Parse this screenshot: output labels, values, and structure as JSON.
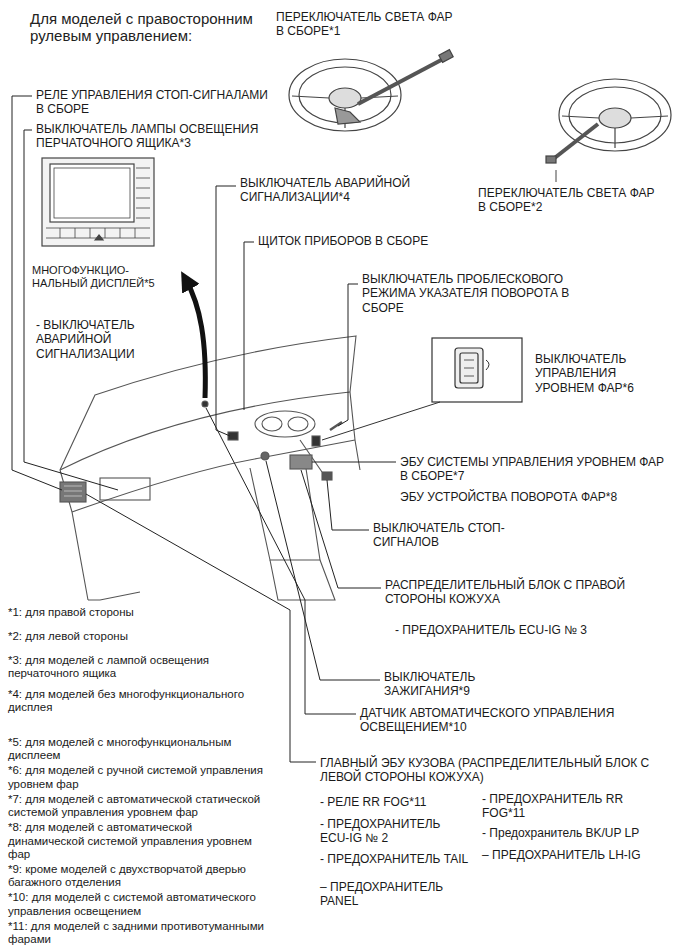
{
  "diagram": {
    "title": "Для моделей с правосторонним рулевым управлением:",
    "labels": [
      "ПЕРЕКЛЮЧАТЕЛЬ СВЕТА ФАР В СБОРЕ*1",
      "РЕЛЕ УПРАВЛЕНИЯ СТОП-СИГНАЛАМИ В СБОРЕ",
      "ВЫКЛЮЧАТЕЛЬ ЛАМПЫ ОСВЕЩЕНИЯ ПЕРЧАТОЧНОГО ЯЩИКА*3",
      "ПЕРЕКЛЮЧАТЕЛЬ СВЕТА ФАР В СБОРЕ*2",
      "ВЫКЛЮЧАТЕЛЬ АВАРИЙНОЙ СИГНАЛИЗАЦИИ*4",
      "ЩИТОК ПРИБОРОВ В СБОРЕ",
      "МНОГОФУНКЦИО- НАЛЬНЫЙ ДИСПЛЕЙ*5",
      "ВЫКЛЮЧАТЕЛЬ ПРОБЛЕСКОВОГО РЕЖИМА УКАЗАТЕЛЯ ПОВОРОТА В СБОРЕ",
      "- ВЫКЛЮЧАТЕЛЬ АВАРИЙНОЙ СИГНАЛИЗАЦИИ",
      "ВЫКЛЮЧАТЕЛЬ УПРАВЛЕНИЯ УРОВНЕМ ФАР*6",
      "ЭБУ СИСТЕМЫ УПРАВЛЕНИЯ УРОВНЕМ ФАР В СБОРЕ*7",
      "ЭБУ УСТРОЙСТВА ПОВОРОТА ФАР*8",
      "ВЫКЛЮЧАТЕЛЬ СТОП-СИГНАЛОВ",
      "РАСПРЕДЕЛИТЕЛЬНЫЙ БЛОК С ПРАВОЙ СТОРОНЫ КОЖУХА",
      "- ПРЕДОХРАНИТЕЛЬ ECU-IG № 3",
      "ВЫКЛЮЧАТЕЛЬ ЗАЖИГАНИЯ*9",
      "ДАТЧИК АВТОМАТИЧЕСКОГО УПРАВЛЕНИЯ ОСВЕЩЕНИЕМ*10",
      "ГЛАВНЫЙ ЭБУ КУЗОВА (РАСПРЕДЕЛИТЕЛЬНЫЙ БЛОК С ЛЕВОЙ СТОРОНЫ КОЖУХА)",
      "- РЕЛЕ RR FOG*11",
      "- ПРЕДОХРАНИТЕЛЬ RR FOG*11",
      "- Предохранитель BK/UP LP",
      "- ПРЕДОХРАНИТЕЛЬ ECU-IG № 2",
      "– ПРЕДОХРАНИТЕЛЬ LH-IG",
      "- ПРЕДОХРАНИТЕЛЬ TAIL",
      "– ПРЕДОХРАНИТЕЛЬ PANEL",
      "*1: для правой стороны",
      "*2: для левой стороны",
      "*3: для моделей с лампой освещения перчаточного ящика",
      "*4: для моделей без многофункционального дисплея",
      "*5: для моделей с многофункциональным дисплеем",
      "*6: для моделей с ручной системой управления уровнем фар",
      "*7: для моделей с автоматической статической системой управления уровнем фар",
      "*8: для моделей с автоматической динамической системой управления уровнем фар",
      "*9: кроме моделей с двухстворчатой дверью багажного отделения",
      "*10: для моделей с системой автоматического управления освещением",
      "*11: для моделей с задними противотуманными фарами"
    ]
  }
}
